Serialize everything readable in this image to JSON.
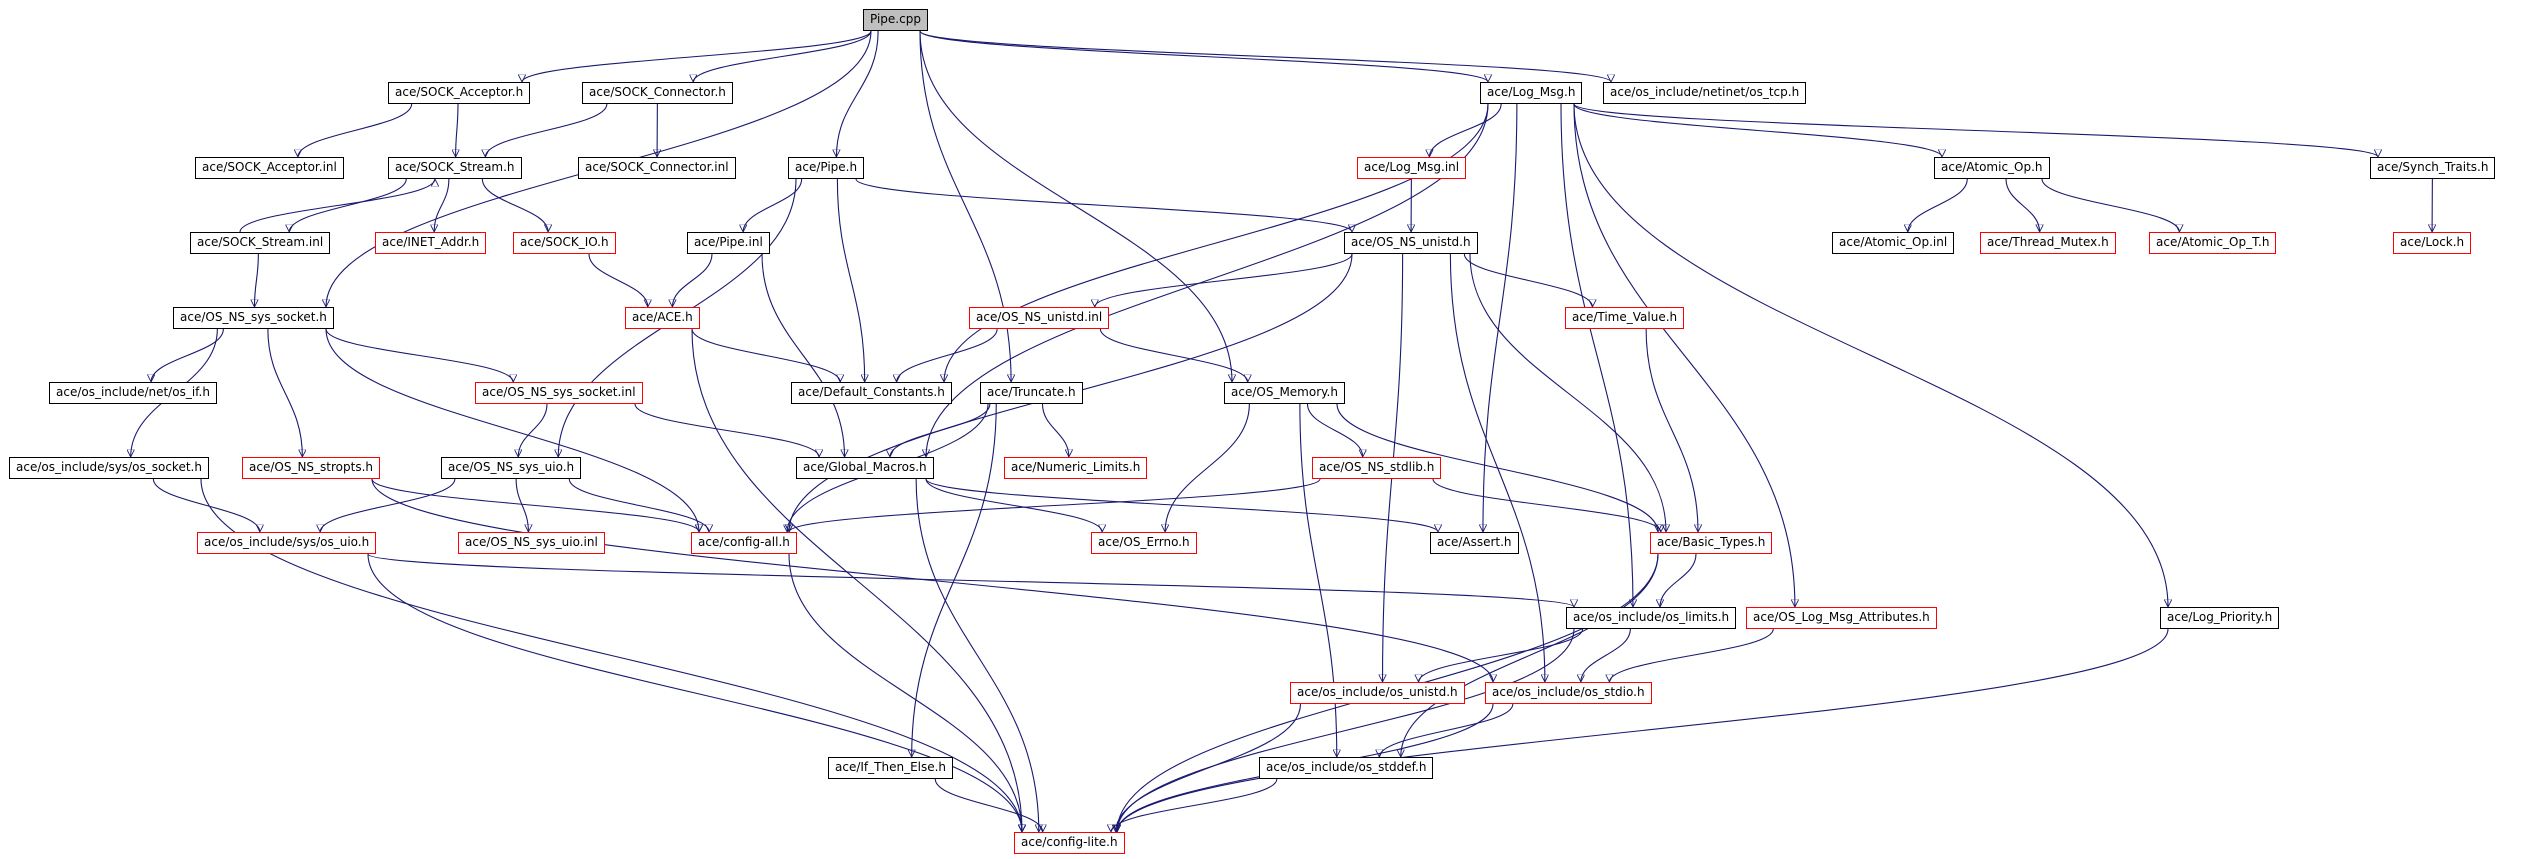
{
  "nodes": [
    {
      "id": "n_pipe_cpp",
      "label": "Pipe.cpp",
      "style": "root"
    },
    {
      "id": "n_sock_acceptor_h",
      "label": "ace/SOCK_Acceptor.h",
      "style": "black"
    },
    {
      "id": "n_sock_connector_h",
      "label": "ace/SOCK_Connector.h",
      "style": "black"
    },
    {
      "id": "n_log_msg_h",
      "label": "ace/Log_Msg.h",
      "style": "black"
    },
    {
      "id": "n_os_tcp_h",
      "label": "ace/os_include/netinet/os_tcp.h",
      "style": "black"
    },
    {
      "id": "n_sock_acceptor_inl",
      "label": "ace/SOCK_Acceptor.inl",
      "style": "black"
    },
    {
      "id": "n_sock_stream_h",
      "label": "ace/SOCK_Stream.h",
      "style": "black"
    },
    {
      "id": "n_sock_connector_inl",
      "label": "ace/SOCK_Connector.inl",
      "style": "black"
    },
    {
      "id": "n_pipe_h",
      "label": "ace/Pipe.h",
      "style": "black"
    },
    {
      "id": "n_log_msg_inl",
      "label": "ace/Log_Msg.inl",
      "style": "red"
    },
    {
      "id": "n_atomic_op_h",
      "label": "ace/Atomic_Op.h",
      "style": "black"
    },
    {
      "id": "n_synch_traits_h",
      "label": "ace/Synch_Traits.h",
      "style": "black"
    },
    {
      "id": "n_sock_stream_inl",
      "label": "ace/SOCK_Stream.inl",
      "style": "black"
    },
    {
      "id": "n_inet_addr_h",
      "label": "ace/INET_Addr.h",
      "style": "red"
    },
    {
      "id": "n_sock_io_h",
      "label": "ace/SOCK_IO.h",
      "style": "red"
    },
    {
      "id": "n_pipe_inl",
      "label": "ace/Pipe.inl",
      "style": "black"
    },
    {
      "id": "n_os_ns_unistd_h",
      "label": "ace/OS_NS_unistd.h",
      "style": "black"
    },
    {
      "id": "n_atomic_op_inl",
      "label": "ace/Atomic_Op.inl",
      "style": "black"
    },
    {
      "id": "n_thread_mutex_h",
      "label": "ace/Thread_Mutex.h",
      "style": "red"
    },
    {
      "id": "n_atomic_op_t_h",
      "label": "ace/Atomic_Op_T.h",
      "style": "red"
    },
    {
      "id": "n_lock_h",
      "label": "ace/Lock.h",
      "style": "red"
    },
    {
      "id": "n_os_ns_sys_socket_h",
      "label": "ace/OS_NS_sys_socket.h",
      "style": "black"
    },
    {
      "id": "n_ace_h",
      "label": "ace/ACE.h",
      "style": "red"
    },
    {
      "id": "n_os_ns_unistd_inl",
      "label": "ace/OS_NS_unistd.inl",
      "style": "red"
    },
    {
      "id": "n_time_value_h",
      "label": "ace/Time_Value.h",
      "style": "red"
    },
    {
      "id": "n_os_if_h",
      "label": "ace/os_include/net/os_if.h",
      "style": "black"
    },
    {
      "id": "n_os_ns_sys_socket_inl",
      "label": "ace/OS_NS_sys_socket.inl",
      "style": "red"
    },
    {
      "id": "n_default_constants_h",
      "label": "ace/Default_Constants.h",
      "style": "black"
    },
    {
      "id": "n_truncate_h",
      "label": "ace/Truncate.h",
      "style": "black"
    },
    {
      "id": "n_os_memory_h",
      "label": "ace/OS_Memory.h",
      "style": "black"
    },
    {
      "id": "n_os_socket_h",
      "label": "ace/os_include/sys/os_socket.h",
      "style": "black"
    },
    {
      "id": "n_os_ns_stropts_h",
      "label": "ace/OS_NS_stropts.h",
      "style": "red"
    },
    {
      "id": "n_os_ns_sys_uio_h",
      "label": "ace/OS_NS_sys_uio.h",
      "style": "black"
    },
    {
      "id": "n_global_macros_h",
      "label": "ace/Global_Macros.h",
      "style": "black"
    },
    {
      "id": "n_numeric_limits_h",
      "label": "ace/Numeric_Limits.h",
      "style": "red"
    },
    {
      "id": "n_os_ns_stdlib_h",
      "label": "ace/OS_NS_stdlib.h",
      "style": "red"
    },
    {
      "id": "n_os_uio_h",
      "label": "ace/os_include/sys/os_uio.h",
      "style": "red"
    },
    {
      "id": "n_os_ns_sys_uio_inl",
      "label": "ace/OS_NS_sys_uio.inl",
      "style": "red"
    },
    {
      "id": "n_config_all_h",
      "label": "ace/config-all.h",
      "style": "red"
    },
    {
      "id": "n_os_errno_h",
      "label": "ace/OS_Errno.h",
      "style": "red"
    },
    {
      "id": "n_assert_h",
      "label": "ace/Assert.h",
      "style": "black"
    },
    {
      "id": "n_basic_types_h",
      "label": "ace/Basic_Types.h",
      "style": "red"
    },
    {
      "id": "n_os_limits_h",
      "label": "ace/os_include/os_limits.h",
      "style": "black"
    },
    {
      "id": "n_os_log_msg_attributes_h",
      "label": "ace/OS_Log_Msg_Attributes.h",
      "style": "red"
    },
    {
      "id": "n_log_priority_h",
      "label": "ace/Log_Priority.h",
      "style": "black"
    },
    {
      "id": "n_os_unistd_h",
      "label": "ace/os_include/os_unistd.h",
      "style": "red"
    },
    {
      "id": "n_os_stdio_h",
      "label": "ace/os_include/os_stdio.h",
      "style": "red"
    },
    {
      "id": "n_if_then_else_h",
      "label": "ace/If_Then_Else.h",
      "style": "black"
    },
    {
      "id": "n_os_stddef_h",
      "label": "ace/os_include/os_stddef.h",
      "style": "black"
    },
    {
      "id": "n_config_lite_h",
      "label": "ace/config-lite.h",
      "style": "red"
    }
  ],
  "edges": [
    [
      "n_pipe_cpp",
      "n_sock_acceptor_h"
    ],
    [
      "n_pipe_cpp",
      "n_sock_connector_h"
    ],
    [
      "n_pipe_cpp",
      "n_log_msg_h"
    ],
    [
      "n_pipe_cpp",
      "n_os_tcp_h"
    ],
    [
      "n_pipe_cpp",
      "n_pipe_h"
    ],
    [
      "n_pipe_cpp",
      "n_os_ns_sys_socket_h"
    ],
    [
      "n_pipe_cpp",
      "n_truncate_h"
    ],
    [
      "n_pipe_cpp",
      "n_os_memory_h"
    ],
    [
      "n_sock_acceptor_h",
      "n_sock_acceptor_inl"
    ],
    [
      "n_sock_acceptor_h",
      "n_sock_stream_h"
    ],
    [
      "n_sock_connector_h",
      "n_sock_stream_h"
    ],
    [
      "n_sock_connector_h",
      "n_sock_connector_inl"
    ],
    [
      "n_sock_stream_h",
      "n_sock_stream_inl"
    ],
    [
      "n_sock_stream_h",
      "n_inet_addr_h"
    ],
    [
      "n_sock_stream_h",
      "n_sock_io_h"
    ],
    [
      "n_sock_stream_inl",
      "n_sock_stream_h"
    ],
    [
      "n_sock_stream_inl",
      "n_os_ns_sys_socket_h"
    ],
    [
      "n_sock_io_h",
      "n_ace_h"
    ],
    [
      "n_pipe_h",
      "n_pipe_inl"
    ],
    [
      "n_pipe_h",
      "n_os_ns_unistd_h"
    ],
    [
      "n_pipe_h",
      "n_default_constants_h"
    ],
    [
      "n_pipe_h",
      "n_os_ns_sys_uio_h"
    ],
    [
      "n_pipe_inl",
      "n_ace_h"
    ],
    [
      "n_pipe_inl",
      "n_global_macros_h"
    ],
    [
      "n_ace_h",
      "n_default_constants_h"
    ],
    [
      "n_ace_h",
      "n_config_lite_h"
    ],
    [
      "n_log_msg_h",
      "n_log_msg_inl"
    ],
    [
      "n_log_msg_h",
      "n_atomic_op_h"
    ],
    [
      "n_log_msg_h",
      "n_synch_traits_h"
    ],
    [
      "n_log_msg_h",
      "n_default_constants_h"
    ],
    [
      "n_log_msg_h",
      "n_global_macros_h"
    ],
    [
      "n_log_msg_h",
      "n_assert_h"
    ],
    [
      "n_log_msg_h",
      "n_os_limits_h"
    ],
    [
      "n_log_msg_h",
      "n_os_log_msg_attributes_h"
    ],
    [
      "n_log_msg_h",
      "n_log_priority_h"
    ],
    [
      "n_log_msg_inl",
      "n_os_ns_unistd_h"
    ],
    [
      "n_atomic_op_h",
      "n_atomic_op_inl"
    ],
    [
      "n_atomic_op_h",
      "n_thread_mutex_h"
    ],
    [
      "n_atomic_op_h",
      "n_atomic_op_t_h"
    ],
    [
      "n_synch_traits_h",
      "n_lock_h"
    ],
    [
      "n_os_ns_unistd_h",
      "n_os_ns_unistd_inl"
    ],
    [
      "n_os_ns_unistd_h",
      "n_time_value_h"
    ],
    [
      "n_os_ns_unistd_h",
      "n_basic_types_h"
    ],
    [
      "n_os_ns_unistd_h",
      "n_os_unistd_h"
    ],
    [
      "n_os_ns_unistd_h",
      "n_os_stdio_h"
    ],
    [
      "n_os_ns_unistd_h",
      "n_config_all_h"
    ],
    [
      "n_os_ns_unistd_inl",
      "n_default_constants_h"
    ],
    [
      "n_os_ns_unistd_inl",
      "n_os_memory_h"
    ],
    [
      "n_time_value_h",
      "n_basic_types_h"
    ],
    [
      "n_os_ns_sys_socket_h",
      "n_os_if_h"
    ],
    [
      "n_os_ns_sys_socket_h",
      "n_os_ns_sys_socket_inl"
    ],
    [
      "n_os_ns_sys_socket_h",
      "n_os_socket_h"
    ],
    [
      "n_os_ns_sys_socket_h",
      "n_os_ns_stropts_h"
    ],
    [
      "n_os_ns_sys_socket_h",
      "n_config_all_h"
    ],
    [
      "n_os_ns_sys_socket_inl",
      "n_os_ns_sys_uio_h"
    ],
    [
      "n_os_ns_sys_socket_inl",
      "n_global_macros_h"
    ],
    [
      "n_truncate_h",
      "n_global_macros_h"
    ],
    [
      "n_truncate_h",
      "n_numeric_limits_h"
    ],
    [
      "n_truncate_h",
      "n_if_then_else_h"
    ],
    [
      "n_truncate_h",
      "n_config_all_h"
    ],
    [
      "n_os_memory_h",
      "n_os_ns_stdlib_h"
    ],
    [
      "n_os_memory_h",
      "n_os_errno_h"
    ],
    [
      "n_os_memory_h",
      "n_basic_types_h"
    ],
    [
      "n_os_memory_h",
      "n_os_stddef_h"
    ],
    [
      "n_os_socket_h",
      "n_os_uio_h"
    ],
    [
      "n_os_socket_h",
      "n_config_lite_h"
    ],
    [
      "n_os_ns_stropts_h",
      "n_config_all_h"
    ],
    [
      "n_os_ns_stropts_h",
      "n_os_stdio_h"
    ],
    [
      "n_os_ns_sys_uio_h",
      "n_os_uio_h"
    ],
    [
      "n_os_ns_sys_uio_h",
      "n_os_ns_sys_uio_inl"
    ],
    [
      "n_os_ns_sys_uio_h",
      "n_config_all_h"
    ],
    [
      "n_global_macros_h",
      "n_os_errno_h"
    ],
    [
      "n_global_macros_h",
      "n_assert_h"
    ],
    [
      "n_global_macros_h",
      "n_config_lite_h"
    ],
    [
      "n_os_ns_stdlib_h",
      "n_basic_types_h"
    ],
    [
      "n_os_ns_stdlib_h",
      "n_config_all_h"
    ],
    [
      "n_os_uio_h",
      "n_os_limits_h"
    ],
    [
      "n_os_uio_h",
      "n_config_lite_h"
    ],
    [
      "n_config_all_h",
      "n_config_lite_h"
    ],
    [
      "n_basic_types_h",
      "n_os_limits_h"
    ],
    [
      "n_basic_types_h",
      "n_os_stddef_h"
    ],
    [
      "n_basic_types_h",
      "n_config_lite_h"
    ],
    [
      "n_os_limits_h",
      "n_os_unistd_h"
    ],
    [
      "n_os_limits_h",
      "n_os_stdio_h"
    ],
    [
      "n_os_limits_h",
      "n_config_lite_h"
    ],
    [
      "n_os_log_msg_attributes_h",
      "n_os_stdio_h"
    ],
    [
      "n_log_priority_h",
      "n_config_lite_h"
    ],
    [
      "n_os_unistd_h",
      "n_config_lite_h"
    ],
    [
      "n_os_stdio_h",
      "n_os_stddef_h"
    ],
    [
      "n_os_stdio_h",
      "n_config_lite_h"
    ],
    [
      "n_if_then_else_h",
      "n_config_lite_h"
    ],
    [
      "n_os_stddef_h",
      "n_config_lite_h"
    ]
  ]
}
